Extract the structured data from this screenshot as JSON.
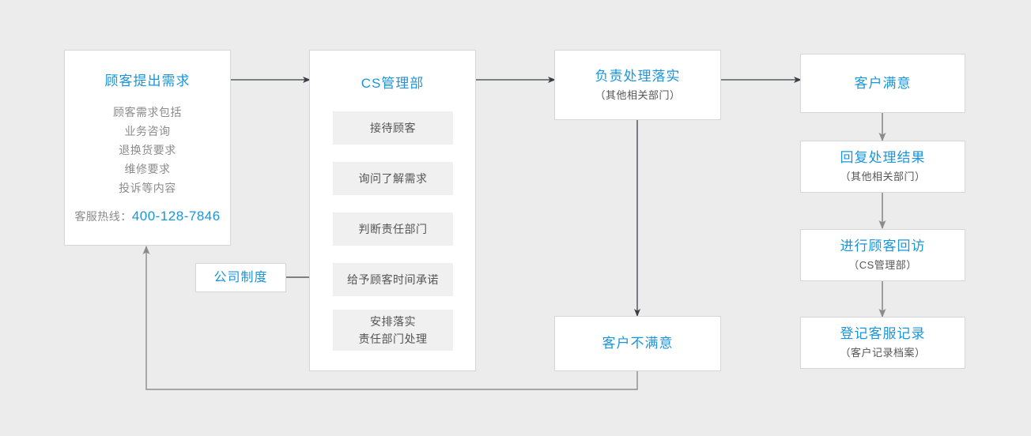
{
  "diagram": {
    "title_color": "#1a95dc",
    "body_color": "#8b8b8b",
    "subtitle_color": "#555555",
    "background_color": "#ececec",
    "box_background": "#ffffff",
    "inner_box_background": "#f0f0f0",
    "arrow_dark_color": "#3a3f47",
    "arrow_light_color": "#8b8b8b"
  },
  "customer_request": {
    "title": "顾客提出需求",
    "lines": [
      "顾客需求包括",
      "业务咨询",
      "退换货要求",
      "维修要求",
      "投诉等内容"
    ],
    "hotline_label": "客服热线：",
    "hotline_number": "400-128-7846"
  },
  "cs_department": {
    "title": "CS管理部",
    "steps": [
      {
        "label": "接待顾客"
      },
      {
        "label": "询问了解需求"
      },
      {
        "label": "判断责任部门"
      },
      {
        "label": "给予顾客时间承诺"
      },
      {
        "label": "安排落实",
        "label2": "责任部门处理"
      }
    ]
  },
  "company_policy": {
    "title": "公司制度"
  },
  "handle_implement": {
    "title": "负责处理落实",
    "subtitle": "（其他相关部门）"
  },
  "customer_unsatisfied": {
    "title": "客户不满意"
  },
  "right_column": [
    {
      "title": "客户满意",
      "subtitle": ""
    },
    {
      "title": "回复处理结果",
      "subtitle": "（其他相关部门）"
    },
    {
      "title": "进行顾客回访",
      "subtitle": "（CS管理部）"
    },
    {
      "title": "登记客服记录",
      "subtitle": "（客户记录档案）"
    }
  ]
}
